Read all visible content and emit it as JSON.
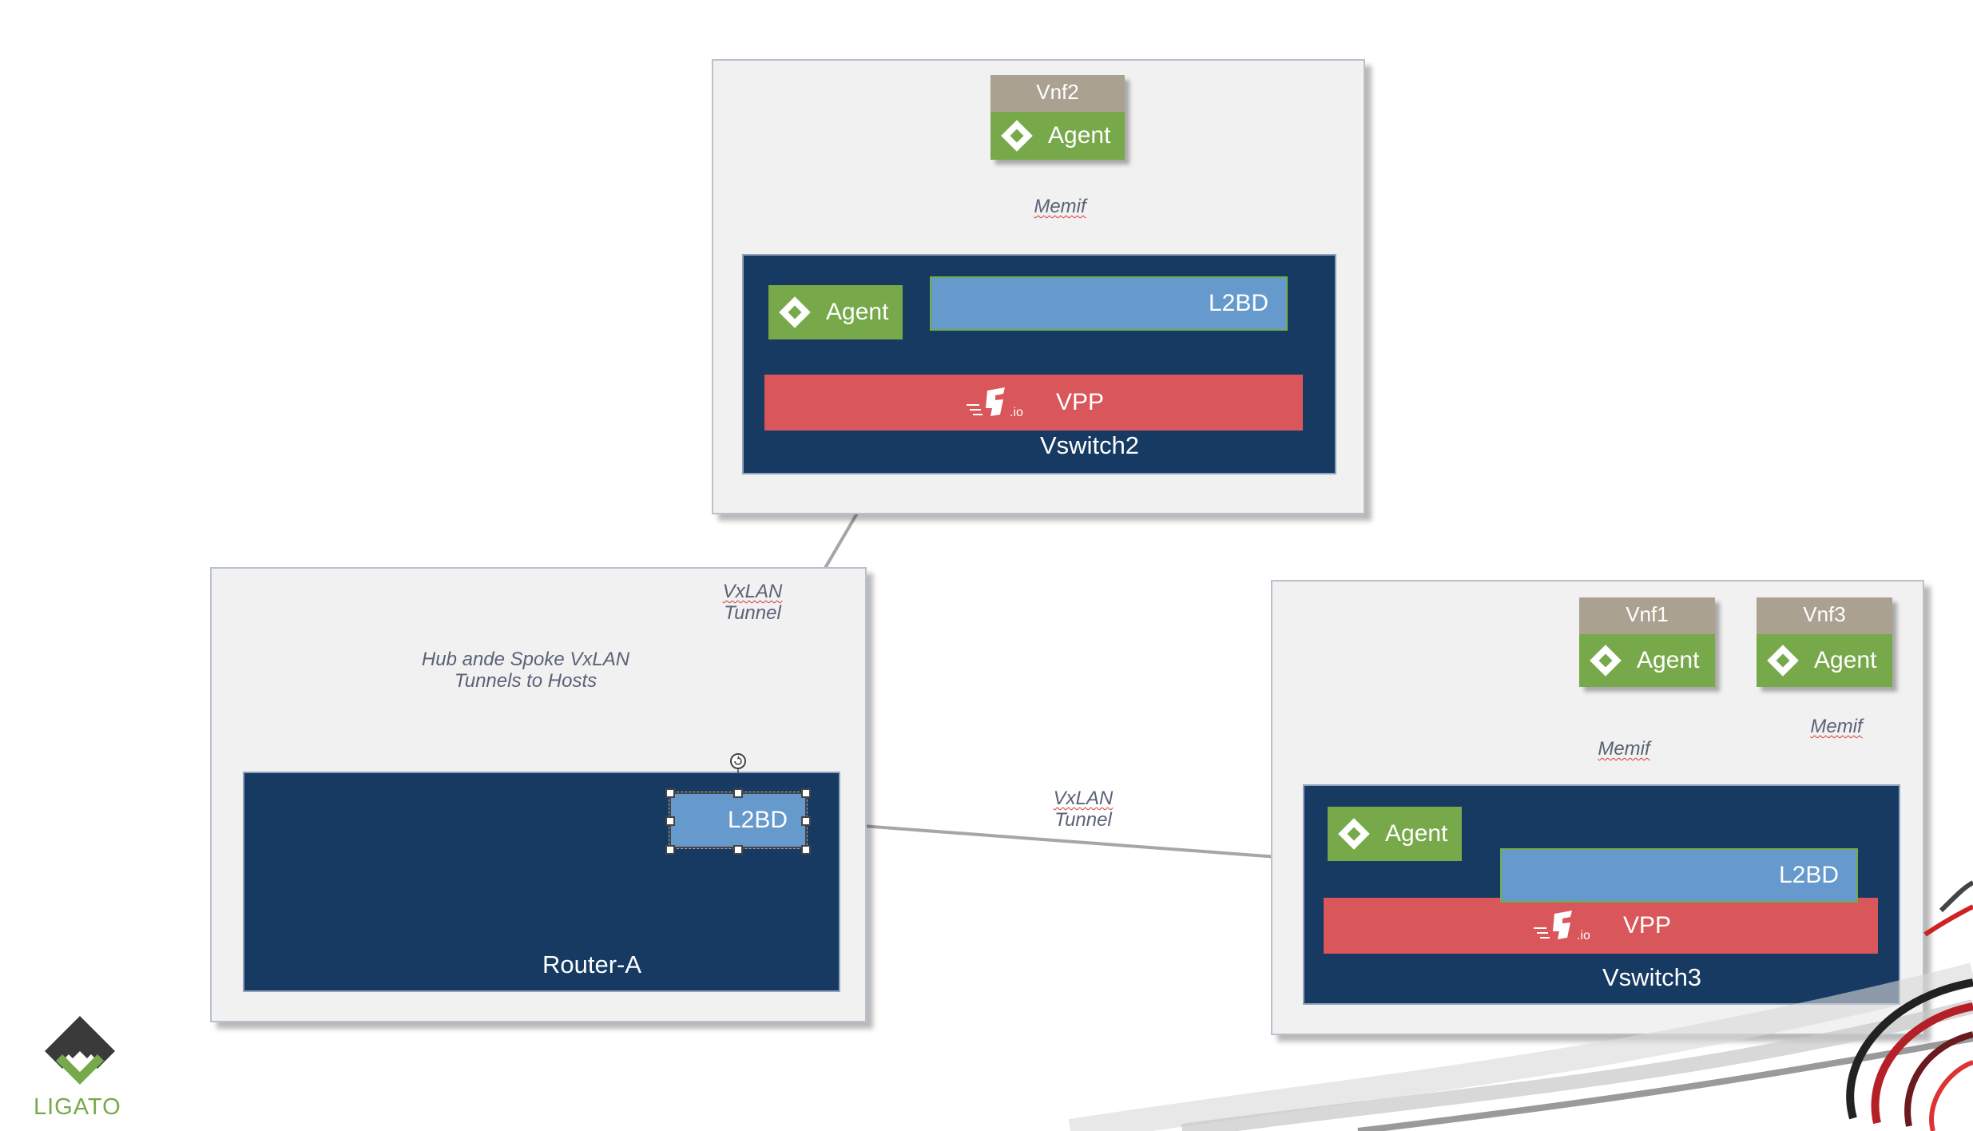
{
  "vswitch2": {
    "name": "Vswitch2",
    "agent_label": "Agent",
    "l2bd_label": "L2BD",
    "vpp_label": "VPP",
    "vnf2": {
      "name": "Vnf2",
      "agent_label": "Agent"
    },
    "memif_label": "Memif"
  },
  "router_a": {
    "name": "Router-A",
    "l2bd_label": "L2BD",
    "hub_note": [
      "Hub ande Spoke VxLAN",
      "Tunnels to Hosts"
    ],
    "vxlan_note": [
      "VxLAN",
      "Tunnel"
    ]
  },
  "vswitch3": {
    "name": "Vswitch3",
    "agent_label": "Agent",
    "l2bd_label": "L2BD",
    "vpp_label": "VPP",
    "vnf1": {
      "name": "Vnf1",
      "agent_label": "Agent"
    },
    "vnf3": {
      "name": "Vnf3",
      "agent_label": "Agent"
    },
    "memif_left_label": "Memif",
    "memif_right_label": "Memif"
  },
  "tunnel_mid_note": [
    "VxLAN",
    "Tunnel"
  ],
  "logo": {
    "text": "LIGATO"
  },
  "colors": {
    "host_bg": "#f1f1f1",
    "switch_bg": "#173a63",
    "l2bd": "#6699cc",
    "vpp": "#d9565a",
    "agent": "#77a94a",
    "vnf_header": "#aba190",
    "connector": "#a6a6a6"
  }
}
